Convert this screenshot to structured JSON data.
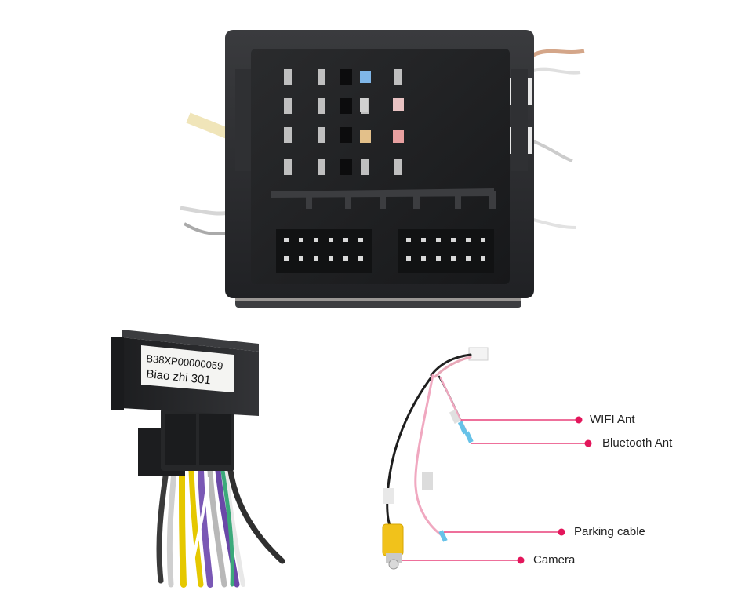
{
  "sticker": {
    "code": "B38XP00000059",
    "model": "Biao zhi 301"
  },
  "callouts": [
    {
      "label": "WIFI Ant"
    },
    {
      "label": "Bluetooth Ant"
    },
    {
      "label": "Parking cable"
    },
    {
      "label": "Camera"
    }
  ],
  "colors": {
    "callout_line": "#e8417a",
    "callout_dot": "#e3165b",
    "connector_body": "#2b2c2e"
  }
}
